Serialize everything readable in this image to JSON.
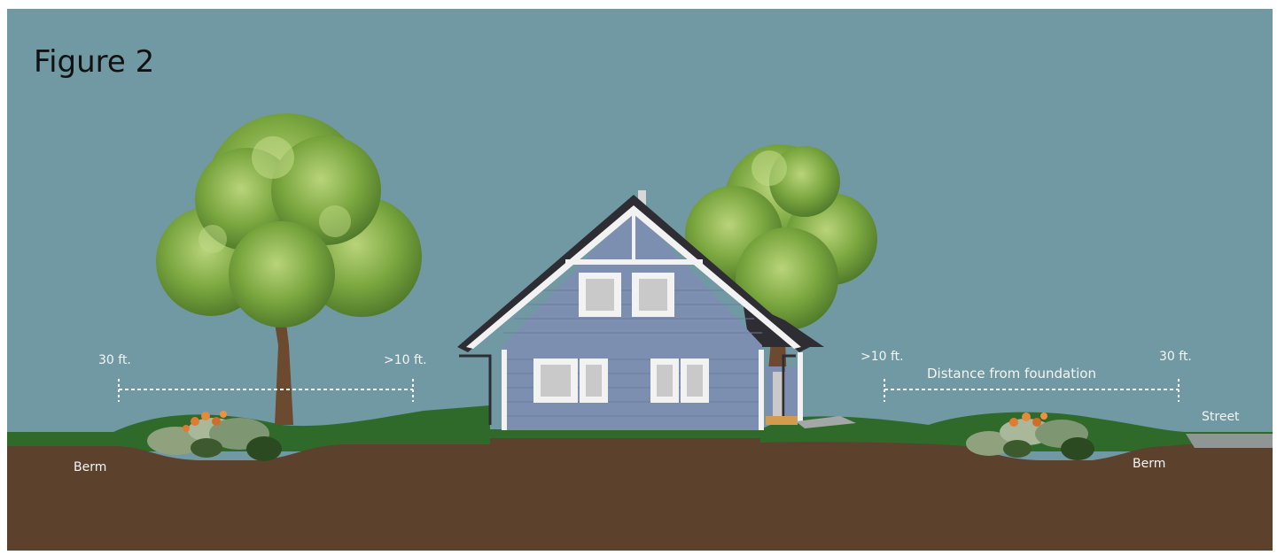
{
  "title": "Figure 2",
  "labels": {
    "left_far": "30 ft.",
    "left_near": ">10 ft.",
    "right_near": ">10 ft.",
    "right_far": "30 ft.",
    "distance": "Distance from foundation",
    "street": "Street",
    "berm_left": "Berm",
    "berm_right": "Berm"
  },
  "colors": {
    "sky": "#7199a3",
    "soil": "#5c412c",
    "grass": "#2f6a2a",
    "house_siding": "#7d8fb0",
    "trim": "#f2f2f2",
    "roof": "#2d2d33",
    "tree_foliage": "#6f9c3a"
  }
}
